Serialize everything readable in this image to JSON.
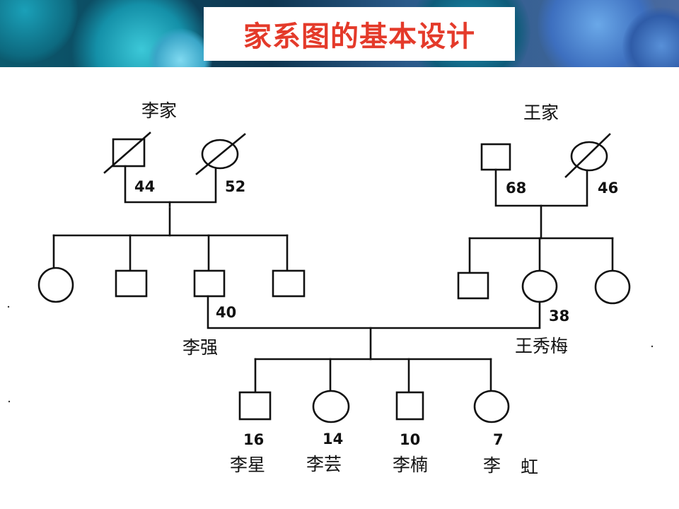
{
  "title": "家系图的基本设计",
  "families": {
    "li": "李家",
    "wang": "王家"
  },
  "ages": {
    "li_grandfather": "44",
    "li_grandmother": "52",
    "wang_grandfather": "68",
    "wang_grandmother": "46",
    "father": "40",
    "mother": "38",
    "child1": "16",
    "child2": "14",
    "child3": "10",
    "child4": "7"
  },
  "names": {
    "father": "李强",
    "mother": "王秀梅",
    "child1": "李星",
    "child2": "李芸",
    "child3": "李楠",
    "child4_a": "李",
    "child4_b": "虹"
  }
}
